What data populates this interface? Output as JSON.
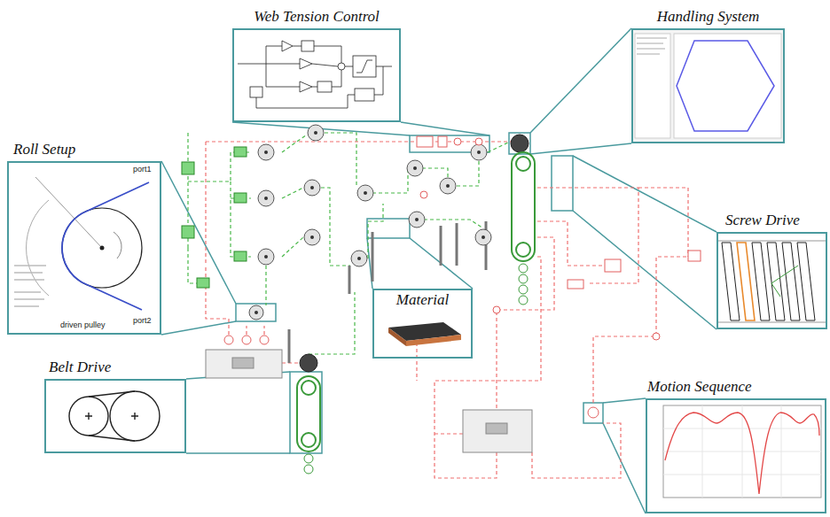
{
  "diagram": {
    "nodes": [
      {
        "text": [
          "Web Tension Control"
        ]
      },
      {
        "text": [
          "Handling System"
        ]
      },
      {
        "text": [
          "Roll Setup"
        ]
      },
      {
        "text": [
          "Screw Drive"
        ]
      },
      {
        "text": [
          "Material"
        ]
      },
      {
        "text": [
          "Belt Drive"
        ]
      },
      {
        "text": [
          "Motion Sequence"
        ]
      }
    ],
    "labels": [
      "port1",
      "port2",
      "driven pulley"
    ]
  }
}
